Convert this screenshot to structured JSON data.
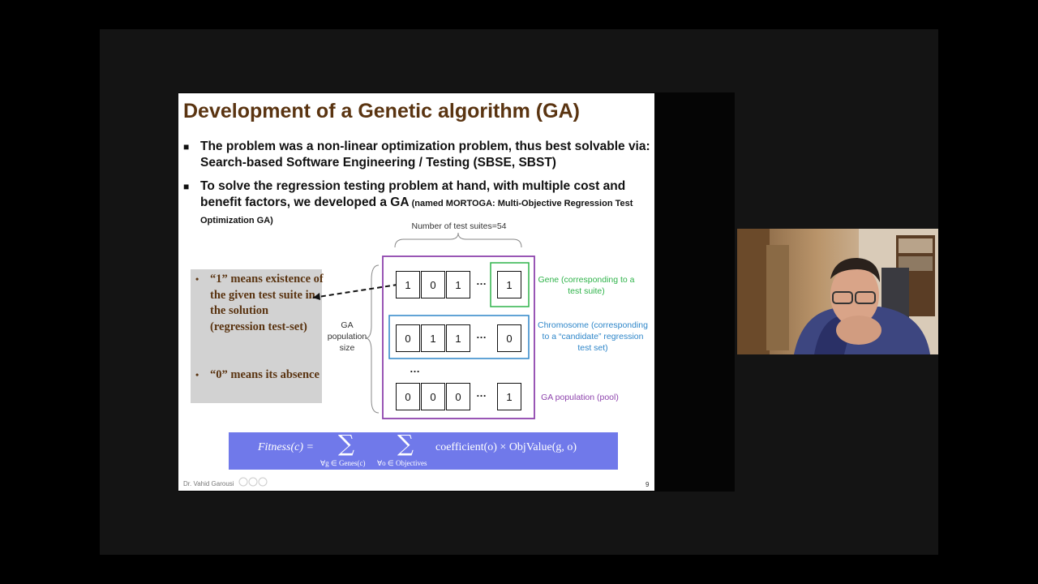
{
  "slide": {
    "title": "Development of a Genetic algorithm (GA)",
    "bullets": [
      {
        "text": "The problem was a non-linear optimization problem, thus best solvable via: Search-based Software Engineering / Testing (SBSE, SBST)",
        "small": ""
      },
      {
        "text": "To solve the regression testing problem at hand, with multiple cost and benefit factors, we developed a GA",
        "small": " (named MORTOGA: Multi-Objective Regression Test Optimization GA)"
      }
    ],
    "side_notes": [
      "“1” means existence of the given test suite in the solution (regression test-set)",
      "“0” means its absence"
    ],
    "diagram": {
      "brace_label": "Number of test suites=54",
      "population_size_label": "GA population size",
      "rows": [
        [
          "1",
          "0",
          "1",
          "1"
        ],
        [
          "0",
          "1",
          "1",
          "0"
        ],
        [
          "0",
          "0",
          "0",
          "1"
        ]
      ],
      "ellipsis": "…",
      "labels": {
        "gene": "Gene (corresponding to a test suite)",
        "chromosome": "Chromosome (corresponding to a “candidate” regression test set)",
        "population": "GA population (pool)"
      },
      "colors": {
        "gene": "#2fb34a",
        "chromosome": "#2e86c9",
        "population": "#8e44ad"
      }
    },
    "formula": {
      "lhs": "Fitness(c) =",
      "sum1_sub": "∀g ∈ Genes(c)",
      "sum2_sub": "∀o ∈ Objectives",
      "rhs": "coefficient(o) × ObjValue(g, o)",
      "background": "#7079ea"
    },
    "footer": {
      "author": "Dr. Vahid Garousi",
      "page": "9"
    }
  },
  "webcam": {
    "icon": "presenter-webcam-icon"
  }
}
